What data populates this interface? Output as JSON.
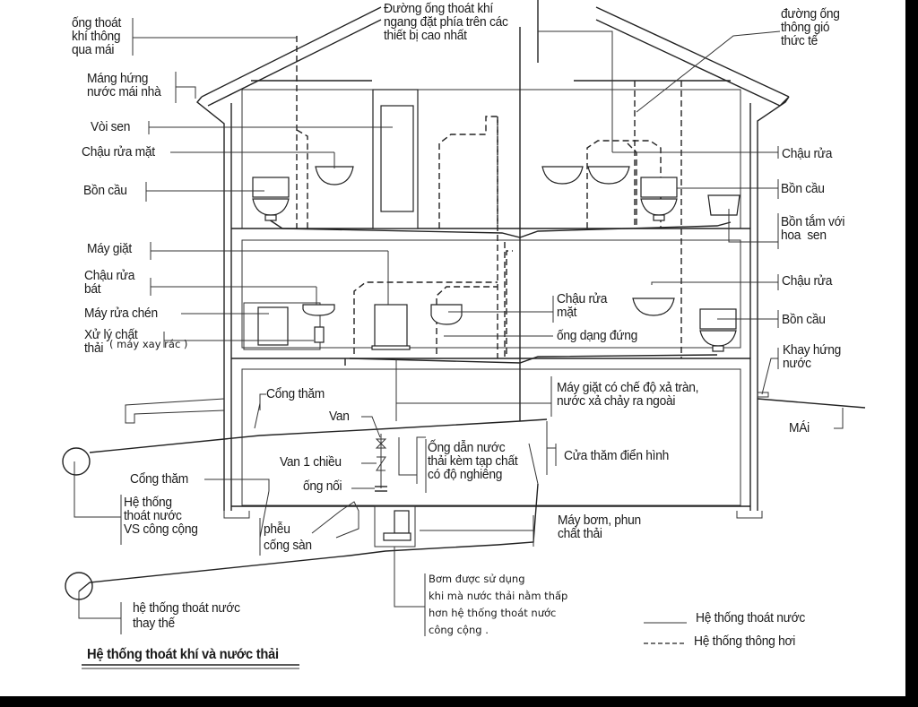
{
  "diagram": {
    "title": "Hệ thống thoát khí và nước thải",
    "labels": {
      "roof_vent": "ống thoát\nkhí thông\nqua mái",
      "gutter": "Máng hứng\nnước mái nhà",
      "shower": "Vòi sen",
      "washbasin_left": "Chậu rửa mặt",
      "toilet_left": "Bồn cầu",
      "horizontal_vent": "Đường ống thoát khí\nngang đặt phía trên các\nthiết bị cao nhất",
      "actual_vent": "đường ống\nthông gió\nthức tế",
      "sink_top_right": "Chậu rửa",
      "toilet_top_right": "Bồn cầu",
      "bathtub": "Bồn tắm với\nhoa  sen",
      "washing_machine": "Máy giặt",
      "kitchen_sink": "Chậu rửa\nbát",
      "dishwasher": "Máy rửa chén",
      "disposal": "Xử lý chất\nthải",
      "disposal_note": "( máy xay rác )",
      "washbasin_mid": "Chậu rửa\nmặt",
      "stack": "ống dạng đứng",
      "sink_mid_right": "Chậu rửa",
      "toilet_mid_right": "Bồn cầu",
      "drip_tray": "Khay hứng\nnước",
      "overflow_washer": "Máy giặt có chế độ xả tràn,\nnước xả chảy ra ngoài",
      "roof": "MÁi",
      "cleanout_top": "Cổng thăm",
      "valve": "Van",
      "check_valve": "Van 1 chiều",
      "coupling": "ống nối",
      "sloped_drain": "Ống dẫn nước\nthải kèm tạp chất\ncó độ nghiêng",
      "typical_cleanout": "Cửa thăm điển hình",
      "cleanout_bottom": "Cổng thăm",
      "public_sewer": "Hệ thống\nthoát nước\nVS công cộng",
      "floor_drain": "phễu\ncống sàn",
      "ejector_pump": "Máy bơm, phun\nchất thải",
      "pump_note": "Bơm được sử dụng\nkhi mà nước thải nằm thấp\nhơn hệ thống thoát nước\ncông cộng .",
      "alt_sewer": "hệ thống thoát nước\nthay thế"
    },
    "legend": [
      {
        "style": "solid",
        "label": "Hệ thống thoát nước"
      },
      {
        "style": "dashed",
        "label": "Hệ thống thông hơi"
      }
    ]
  }
}
